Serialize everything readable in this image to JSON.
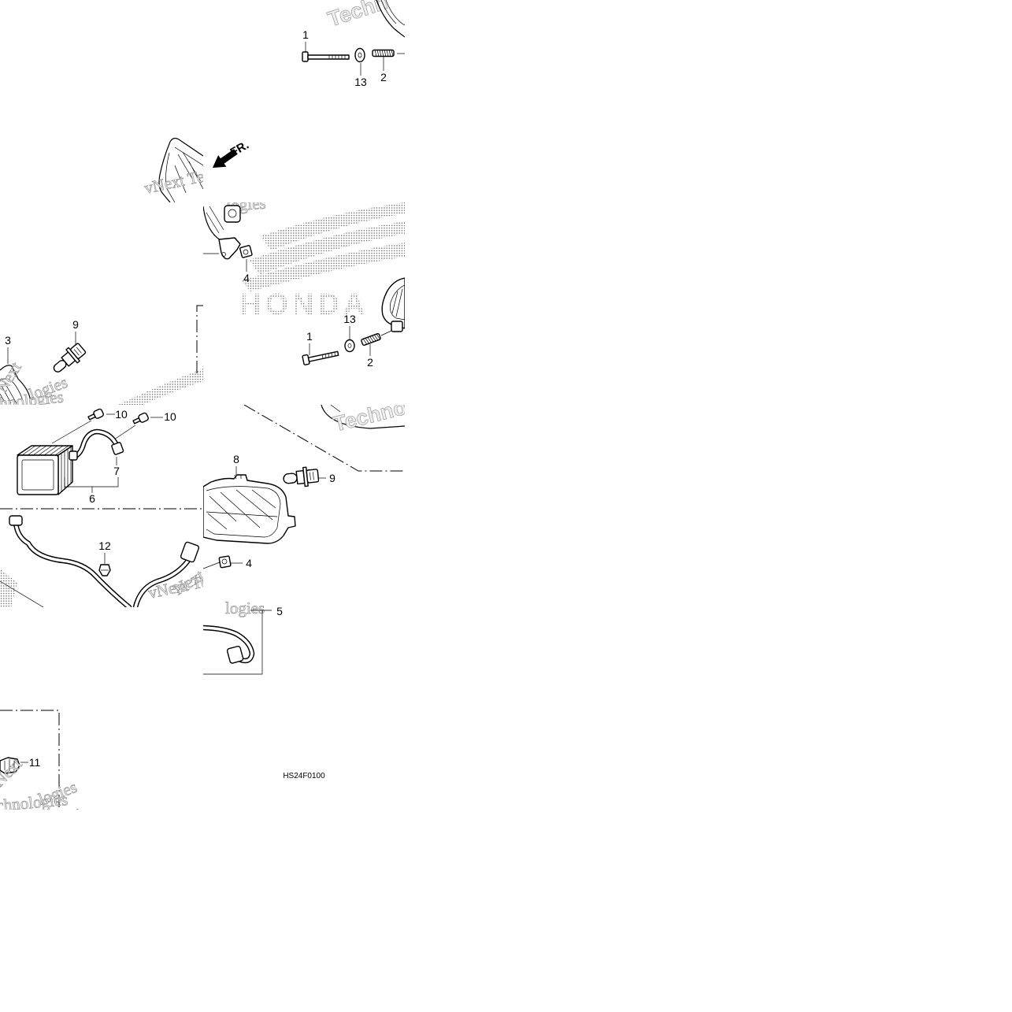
{
  "diagram": {
    "code": "HS24F0100",
    "direction_label": "FR.",
    "logo_text": "HONDA"
  },
  "callouts": [
    {
      "label": "1"
    },
    {
      "label": "13"
    },
    {
      "label": "2"
    },
    {
      "label": "4"
    },
    {
      "label": "13"
    },
    {
      "label": "1"
    },
    {
      "label": "2"
    },
    {
      "label": "9"
    },
    {
      "label": "3"
    },
    {
      "label": "10"
    },
    {
      "label": "10"
    },
    {
      "label": "7"
    },
    {
      "label": "6"
    },
    {
      "label": "8"
    },
    {
      "label": "9"
    },
    {
      "label": "12"
    },
    {
      "label": "4"
    },
    {
      "label": "5"
    },
    {
      "label": "11"
    },
    {
      "label": "6"
    }
  ],
  "watermarks": [
    "Techn",
    "vNext Tec",
    "logies",
    "Next",
    "logies",
    "hnologies",
    "Techno",
    "vNext Tec",
    "Next",
    "logies",
    "Next",
    "logies",
    "chnologies"
  ]
}
